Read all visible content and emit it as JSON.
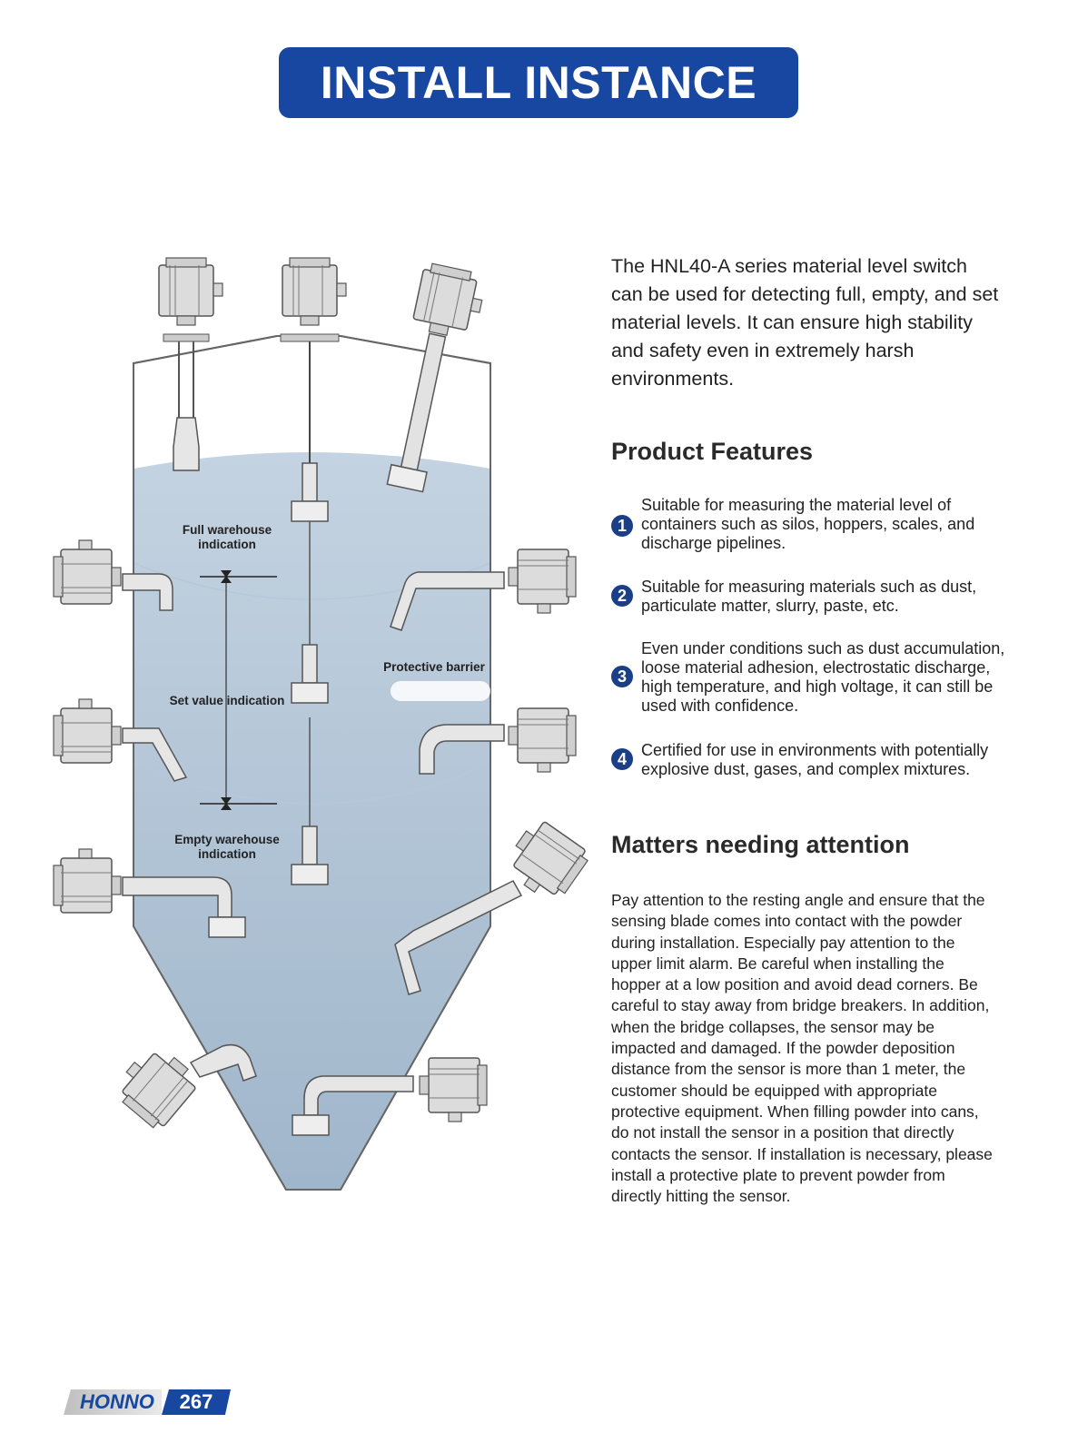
{
  "header": {
    "title": "INSTALL INSTANCE"
  },
  "diagram": {
    "labels": {
      "full_1": "Full warehouse",
      "full_2": "indication",
      "set": "Set value indication",
      "empty_1": "Empty warehouse",
      "empty_2": "indication",
      "barrier": "Protective barrier"
    }
  },
  "intro": "The HNL40-A series material level switch can be used for detecting full, empty, and set material levels. It can ensure high stability and safety even in extremely harsh environments.",
  "features": {
    "title": "Product Features",
    "items": [
      {
        "num": "1",
        "text": "Suitable for measuring the material level of containers such as silos, hoppers, scales, and discharge pipelines."
      },
      {
        "num": "2",
        "text": "Suitable for measuring materials such as dust, particulate matter, slurry, paste, etc."
      },
      {
        "num": "3",
        "text": "Even under conditions such as dust accumulation, loose material adhesion, electrostatic discharge, high temperature, and high voltage, it can still be used with confidence."
      },
      {
        "num": "4",
        "text": "Certified for use in environments with potentially explosive dust, gases, and complex mixtures."
      }
    ]
  },
  "attention": {
    "title": "Matters needing attention",
    "text": "Pay attention to the resting angle and ensure that the sensing blade comes into contact with the powder during installation. Especially pay attention to the upper limit alarm. Be careful when installing the hopper at a low position and avoid dead corners. Be careful to stay away from bridge breakers. In addition, when the bridge collapses, the sensor may be impacted and damaged. If the powder deposition distance from the sensor is more than 1 meter, the customer should be equipped with appropriate protective equipment. When filling powder into cans, do not install the sensor in a position that directly contacts the sensor. If installation is necessary, please install a protective plate to prevent powder from directly hitting the sensor."
  },
  "footer": {
    "brand": "HONNO",
    "page": "267"
  },
  "colors": {
    "accent": "#1747a0",
    "material": "#a9bfd3",
    "badge": "#1a3f86"
  }
}
